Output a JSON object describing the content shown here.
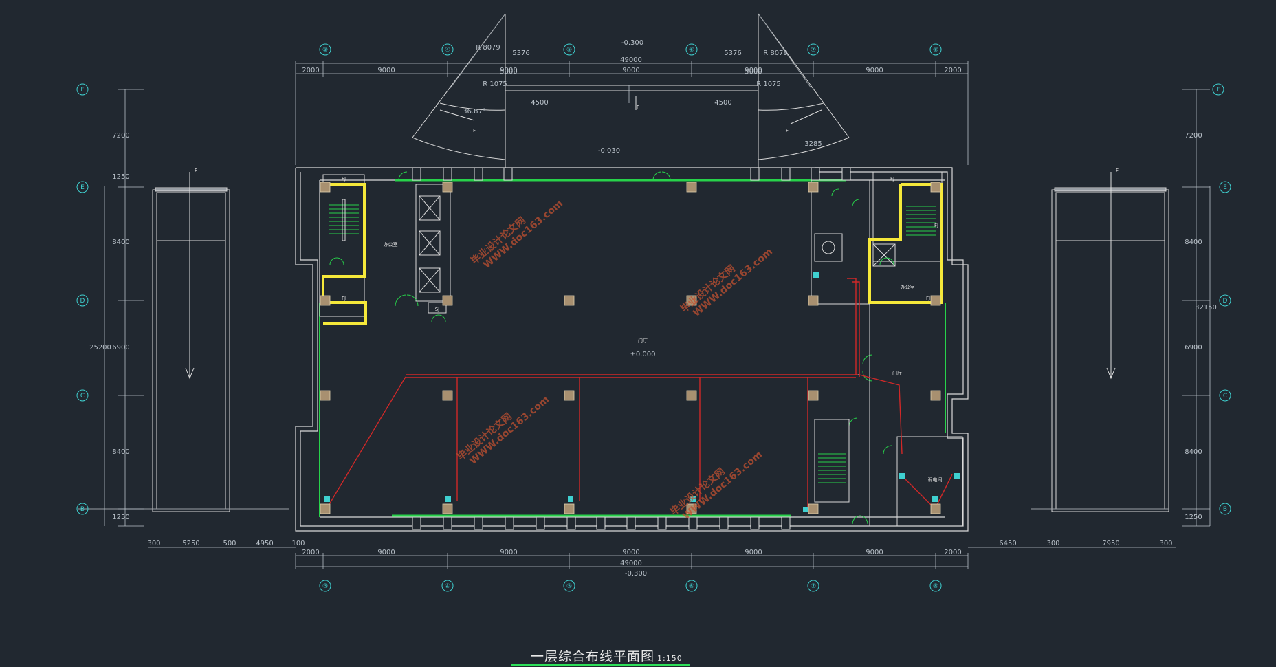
{
  "drawing": {
    "title": "一层综合布线平面图",
    "scale": "1:150",
    "colors": {
      "background": "#212830",
      "walls": "#d9d9d9",
      "dimension": "#b8c0c8",
      "grid_bubble": "#3fd0d0",
      "stair_highlight": "#f5e83a",
      "glazing": "#27d24a",
      "cable": "#d02828",
      "column": "#a09060",
      "watermark": "#c05030"
    }
  },
  "axes": {
    "vertical": [
      "③",
      "④",
      "⑤",
      "⑥",
      "⑦",
      "⑧"
    ],
    "horizontal": [
      "B",
      "C",
      "D",
      "E",
      "F"
    ]
  },
  "dimensions": {
    "top_overall": "49000",
    "top_segments": [
      "2000",
      "9000",
      "9000",
      "9000",
      "9000",
      "9000",
      "2000"
    ],
    "bottom_overall": "49000",
    "bottom_segments": [
      "2000",
      "9000",
      "9000",
      "9000",
      "9000",
      "9000",
      "2000"
    ],
    "entry_segments": [
      "5000",
      "4500",
      "4500",
      "5000"
    ],
    "canopy_radii": [
      "R 8079",
      "R 8079",
      "R 1075",
      "R 1075",
      "36.87°"
    ],
    "canopy_depth": [
      "5376",
      "5376",
      "3285"
    ],
    "left_vertical": [
      "7200",
      "1250",
      "8400",
      "6900",
      "8400",
      "1250"
    ],
    "left_overall": "25200",
    "right_vertical": [
      "7200",
      "8400",
      "6900",
      "8400",
      "1250"
    ],
    "right_overall": "32150",
    "bottom_left": [
      "300",
      "5250",
      "500",
      "4950",
      "100"
    ],
    "bottom_right": [
      "6450",
      "300",
      "7950",
      "300"
    ],
    "levels": [
      "-0.300",
      "-0.030",
      "±0.000",
      "-0.300"
    ]
  },
  "rooms": {
    "hall": "门厅",
    "lobby_level": "±0.000",
    "left_stair_room": "办公室",
    "right_office": "办公室",
    "right_hall": "门厅",
    "electric_room": "弱电间",
    "small_labels": [
      "FJ",
      "FJ",
      "FJ",
      "SJ",
      "FJ",
      "FJ",
      "F",
      "F",
      "F",
      "F",
      "F"
    ]
  },
  "watermark": {
    "line1": "毕业设计论文网",
    "line2": "WWW.doc163.com"
  }
}
